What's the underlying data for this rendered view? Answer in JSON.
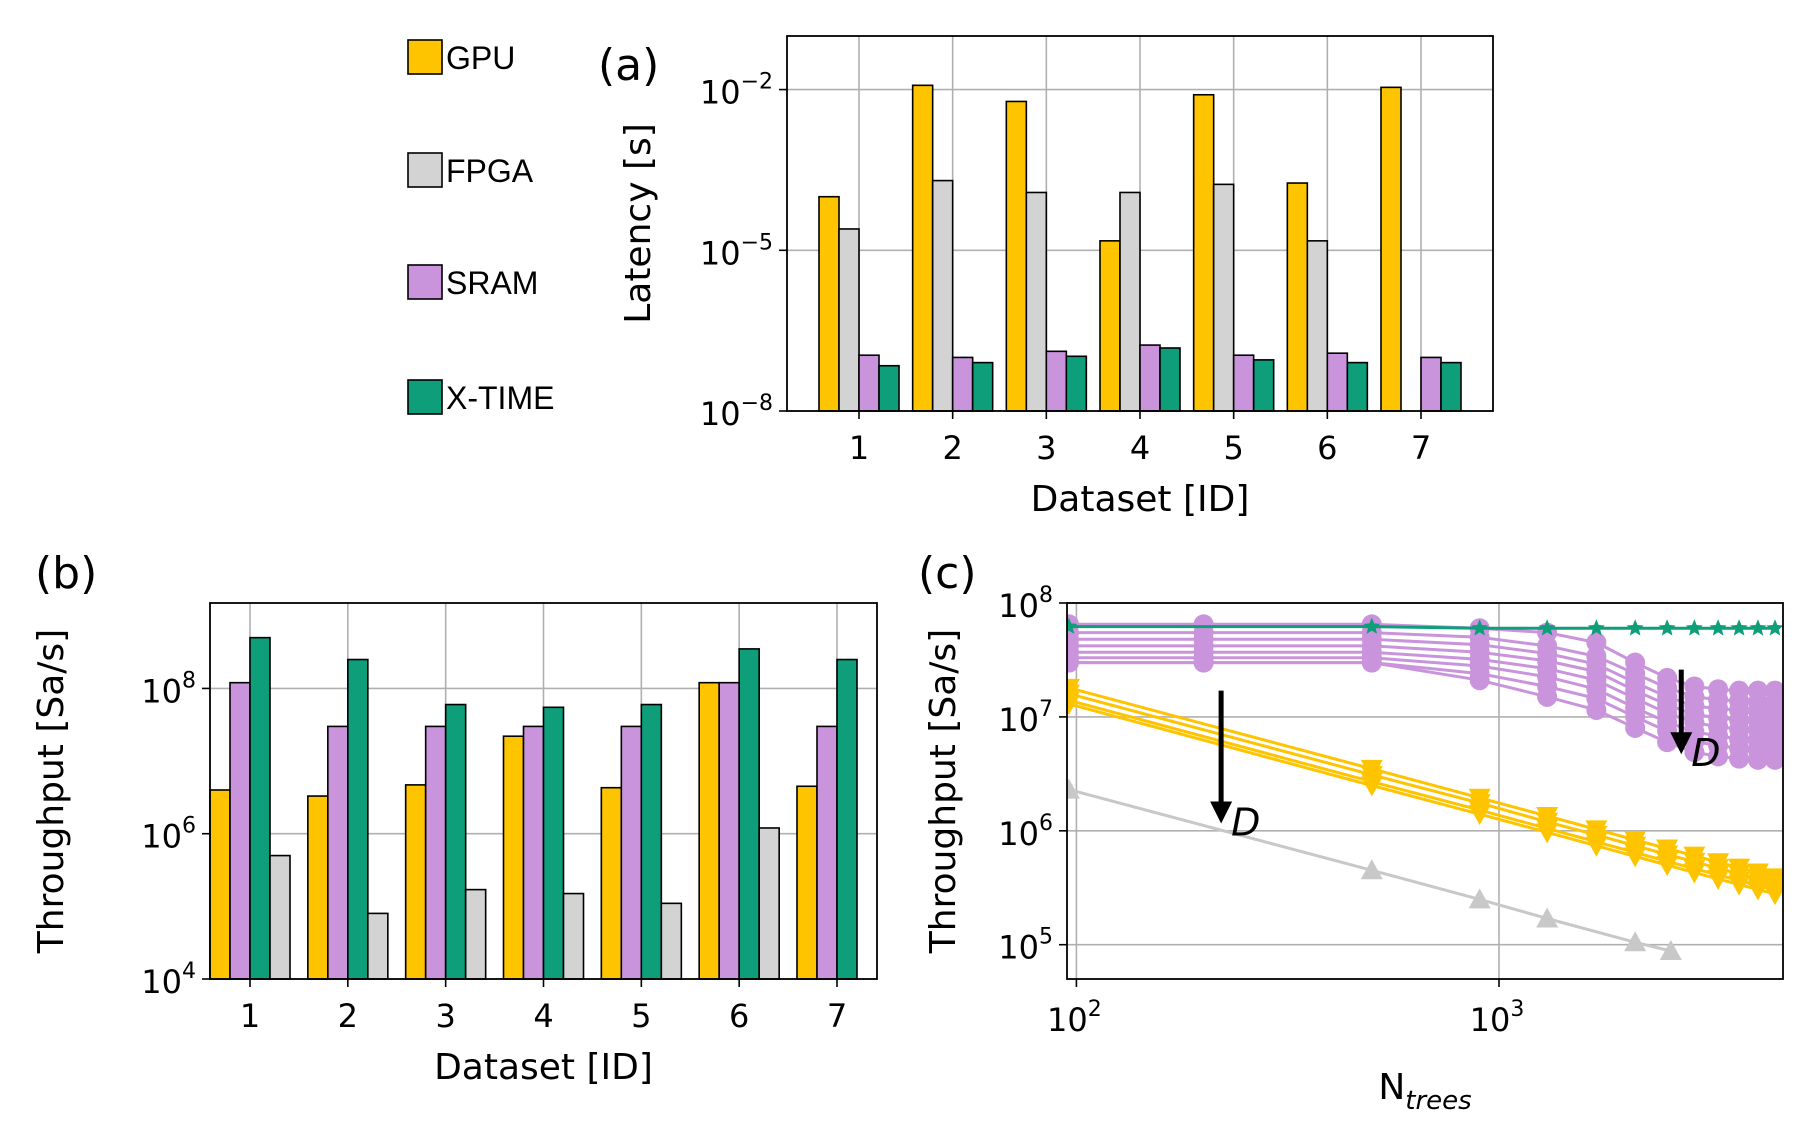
{
  "colors": {
    "gpu": "#ffc400",
    "fpga": "#d3d3d3",
    "sram": "#c994dc",
    "xtime": "#0e9e7a",
    "fpga_line": "#c8c8c8"
  },
  "legend": [
    {
      "key": "gpu",
      "label": "GPU"
    },
    {
      "key": "fpga",
      "label": "FPGA"
    },
    {
      "key": "sram",
      "label": "SRAM"
    },
    {
      "key": "xtime",
      "label": "X-TIME"
    }
  ],
  "chart_data": [
    {
      "panel": "(a)",
      "type": "bar",
      "ylabel": "Latency [s]",
      "xlabel": "Dataset [ID]",
      "yscale": "log",
      "ylim": [
        1e-08,
        0.1
      ],
      "yticks": [
        {
          "value": 1e-08,
          "mantissa": "10",
          "exp": "−8"
        },
        {
          "value": 1e-05,
          "mantissa": "10",
          "exp": "−5"
        },
        {
          "value": 0.01,
          "mantissa": "10",
          "exp": "−2"
        }
      ],
      "categories": [
        "1",
        "2",
        "3",
        "4",
        "5",
        "6",
        "7"
      ],
      "series": [
        {
          "name": "GPU",
          "key": "gpu",
          "values": [
            0.0001,
            0.012,
            0.006,
            1.5e-05,
            0.008,
            0.00018,
            0.011
          ]
        },
        {
          "name": "FPGA",
          "key": "fpga",
          "values": [
            2.5e-05,
            0.0002,
            0.00012,
            0.00012,
            0.00017,
            1.5e-05,
            null
          ]
        },
        {
          "name": "SRAM",
          "key": "sram",
          "values": [
            1.1e-07,
            1e-07,
            1.3e-07,
            1.7e-07,
            1.1e-07,
            1.2e-07,
            1e-07
          ]
        },
        {
          "name": "X-TIME",
          "key": "xtime",
          "values": [
            7e-08,
            8e-08,
            1.05e-07,
            1.5e-07,
            9e-08,
            8e-08,
            8e-08
          ]
        }
      ],
      "grid": true
    },
    {
      "panel": "(b)",
      "type": "bar",
      "ylabel": "Throughput [Sa/s]",
      "xlabel": "Dataset [ID]",
      "yscale": "log",
      "ylim": [
        10000,
        1500000000
      ],
      "yticks": [
        {
          "value": 10000,
          "mantissa": "10",
          "exp": "4"
        },
        {
          "value": 1000000,
          "mantissa": "10",
          "exp": "6"
        },
        {
          "value": 100000000,
          "mantissa": "10",
          "exp": "8"
        }
      ],
      "categories": [
        "1",
        "2",
        "3",
        "4",
        "5",
        "6",
        "7"
      ],
      "series": [
        {
          "name": "GPU",
          "key": "gpu",
          "values": [
            4000000,
            3300000,
            4700000,
            22000000,
            4300000,
            120000000,
            4500000
          ]
        },
        {
          "name": "SRAM",
          "key": "sram",
          "values": [
            120000000,
            30000000,
            30000000,
            30000000,
            30000000,
            120000000,
            30000000
          ]
        },
        {
          "name": "X-TIME",
          "key": "xtime",
          "values": [
            500000000,
            250000000,
            60000000,
            55000000,
            60000000,
            350000000,
            250000000
          ]
        },
        {
          "name": "FPGA",
          "key": "fpga",
          "values": [
            500000,
            80000,
            170000,
            150000,
            110000,
            1200000,
            null
          ]
        }
      ],
      "grid": true
    },
    {
      "panel": "(c)",
      "type": "line",
      "ylabel": "Throughput [Sa/s]",
      "xlabel": "N",
      "xlabel_sub": "trees",
      "xscale": "log",
      "yscale": "log",
      "xlim": [
        95,
        4700
      ],
      "ylim": [
        50000,
        100000000
      ],
      "xticks": [
        {
          "value": 100,
          "mantissa": "10",
          "exp": "2"
        },
        {
          "value": 1000,
          "mantissa": "10",
          "exp": "3"
        }
      ],
      "yticks": [
        {
          "value": 100000,
          "mantissa": "10",
          "exp": "5"
        },
        {
          "value": 1000000,
          "mantissa": "10",
          "exp": "6"
        },
        {
          "value": 10000000,
          "mantissa": "10",
          "exp": "7"
        },
        {
          "value": 100000000,
          "mantissa": "10",
          "exp": "8"
        }
      ],
      "annotations": [
        {
          "text": "D",
          "x": 220,
          "y": 1600000
        },
        {
          "text": "D",
          "x": 2700,
          "y": 6500000
        }
      ],
      "series_groups": [
        {
          "key": "fpga",
          "marker": "triangle-up",
          "color_key": "fpga_line",
          "x": [
            96,
            500,
            900,
            1300,
            2100,
            2550
          ],
          "series": [
            {
              "values": [
                2300000,
                450000,
                250000,
                170000,
                105000,
                88000
              ]
            }
          ]
        },
        {
          "key": "gpu",
          "marker": "triangle-down",
          "color_key": "gpu",
          "x": [
            96,
            500,
            900,
            1300,
            1700,
            2100,
            2500,
            2900,
            3300,
            3700,
            4100,
            4500
          ],
          "series": [
            {
              "values": [
                18000000,
                3500000,
                1950000,
                1350000,
                1030000,
                830000,
                700000,
                605000,
                530000,
                475000,
                430000,
                390000
              ]
            },
            {
              "values": [
                16000000,
                3100000,
                1750000,
                1200000,
                920000,
                740000,
                620000,
                535000,
                470000,
                420000,
                380000,
                345000
              ]
            },
            {
              "values": [
                14000000,
                2700000,
                1520000,
                1050000,
                800000,
                645000,
                540000,
                465000,
                410000,
                365000,
                330000,
                300000
              ]
            },
            {
              "values": [
                13000000,
                2500000,
                1400000,
                970000,
                740000,
                596000,
                500000,
                430000,
                378000,
                337000,
                305000,
                278000
              ]
            }
          ]
        },
        {
          "key": "sram",
          "marker": "circle",
          "color_key": "sram",
          "x": [
            96,
            200,
            500,
            900,
            1300,
            1700,
            2100,
            2500,
            2900,
            3300,
            3700,
            4100,
            4500
          ],
          "series": [
            {
              "values": [
                65000000,
                65000000,
                65000000,
                60000000,
                55000000,
                45000000,
                30000000,
                22000000,
                18500000,
                17500000,
                17000000,
                17000000,
                17000000
              ]
            },
            {
              "values": [
                55000000,
                55000000,
                55000000,
                50000000,
                42000000,
                34000000,
                24000000,
                18000000,
                15000000,
                14200000,
                13800000,
                13500000,
                13500000
              ]
            },
            {
              "values": [
                48000000,
                48000000,
                48000000,
                43000000,
                36000000,
                29000000,
                20000000,
                15000000,
                12500000,
                11800000,
                11500000,
                11200000,
                11200000
              ]
            },
            {
              "values": [
                42000000,
                42000000,
                42000000,
                37000000,
                31000000,
                25000000,
                17000000,
                12800000,
                10500000,
                9800000,
                9400000,
                9200000,
                9200000
              ]
            },
            {
              "values": [
                37000000,
                37000000,
                37000000,
                32000000,
                26500000,
                21000000,
                14500000,
                10800000,
                8900000,
                8200000,
                7800000,
                7600000,
                7600000
              ]
            },
            {
              "values": [
                33000000,
                33000000,
                33000000,
                28000000,
                22500000,
                17500000,
                12000000,
                9000000,
                7400000,
                6800000,
                6400000,
                6200000,
                6200000
              ]
            },
            {
              "values": [
                30000000,
                30000000,
                30000000,
                24000000,
                18500000,
                14500000,
                10000000,
                7500000,
                6100000,
                5600000,
                5300000,
                5100000,
                5100000
              ]
            },
            {
              "values": [
                30000000,
                30000000,
                30000000,
                21000000,
                15000000,
                11500000,
                8000000,
                6000000,
                4900000,
                4500000,
                4300000,
                4200000,
                4200000
              ]
            }
          ]
        },
        {
          "key": "xtime",
          "marker": "star",
          "color_key": "xtime",
          "x": [
            96,
            500,
            900,
            1300,
            1700,
            2100,
            2500,
            2900,
            3300,
            3700,
            4100,
            4500
          ],
          "series": [
            {
              "values": [
                62000000,
                62000000,
                60000000,
                60000000,
                60000000,
                60000000,
                60000000,
                60000000,
                60000000,
                60000000,
                60000000,
                60000000
              ]
            }
          ]
        }
      ],
      "grid": true
    }
  ]
}
